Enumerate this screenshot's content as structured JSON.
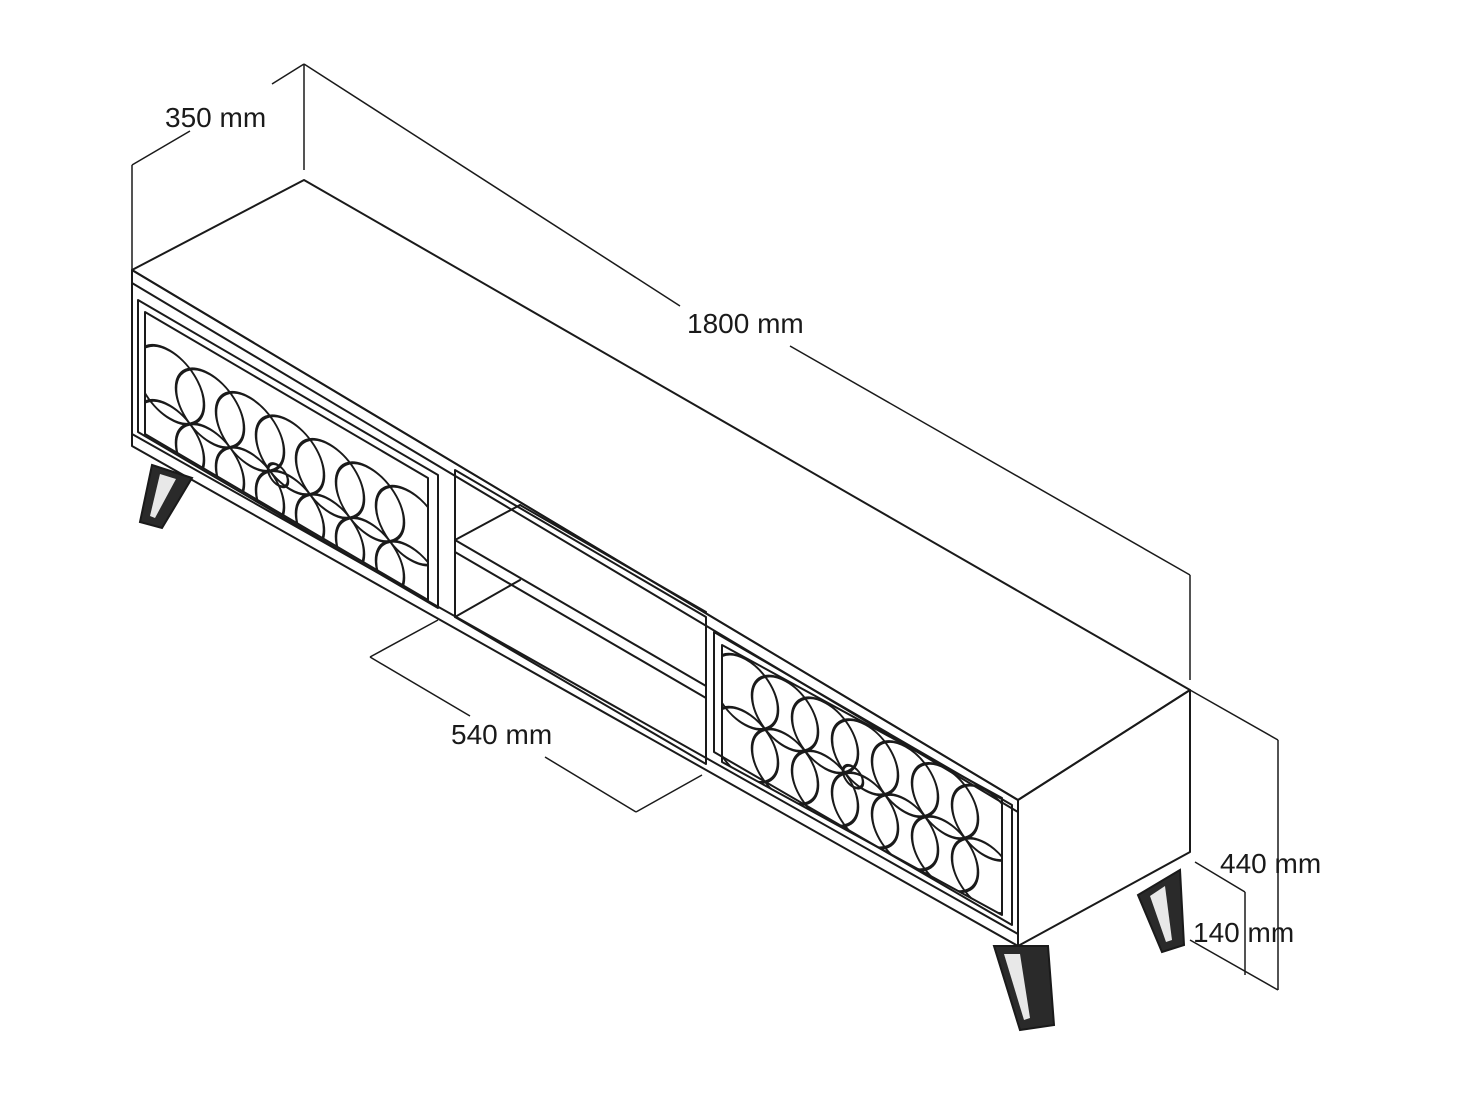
{
  "dimensions": {
    "depth": "350 mm",
    "length": "1800 mm",
    "shelf": "540 mm",
    "height": "440 mm",
    "leg_height": "140 mm"
  },
  "colors": {
    "line": "#1a1a1a",
    "background": "#ffffff",
    "leg": "#2a2a2a"
  }
}
